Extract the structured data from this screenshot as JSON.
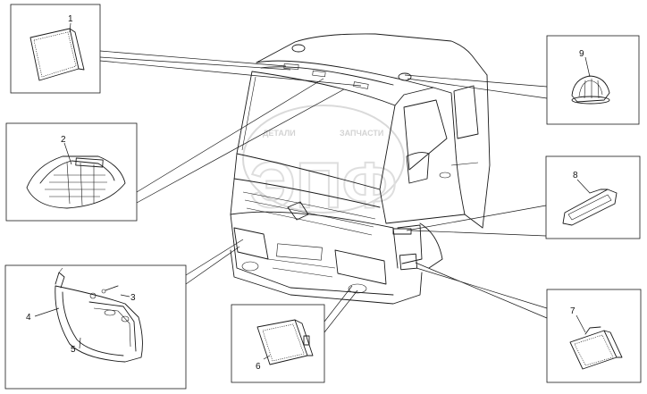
{
  "watermark": {
    "logo_text": "ЭПФ",
    "left_word": "ДЕТАЛИ",
    "right_word": "ЗАПЧАСТИ",
    "color": "#c8c8c8"
  },
  "callouts": [
    {
      "id": "c1",
      "label": "1"
    },
    {
      "id": "c2",
      "label": "2"
    },
    {
      "id": "c3",
      "label": "3"
    },
    {
      "id": "c4",
      "label": "4"
    },
    {
      "id": "c5",
      "label": "5"
    },
    {
      "id": "c6",
      "label": "6"
    },
    {
      "id": "c7",
      "label": "7"
    },
    {
      "id": "c8",
      "label": "8"
    },
    {
      "id": "c9",
      "label": "9"
    }
  ],
  "colors": {
    "line": "#1a1a1a",
    "background": "#ffffff"
  }
}
